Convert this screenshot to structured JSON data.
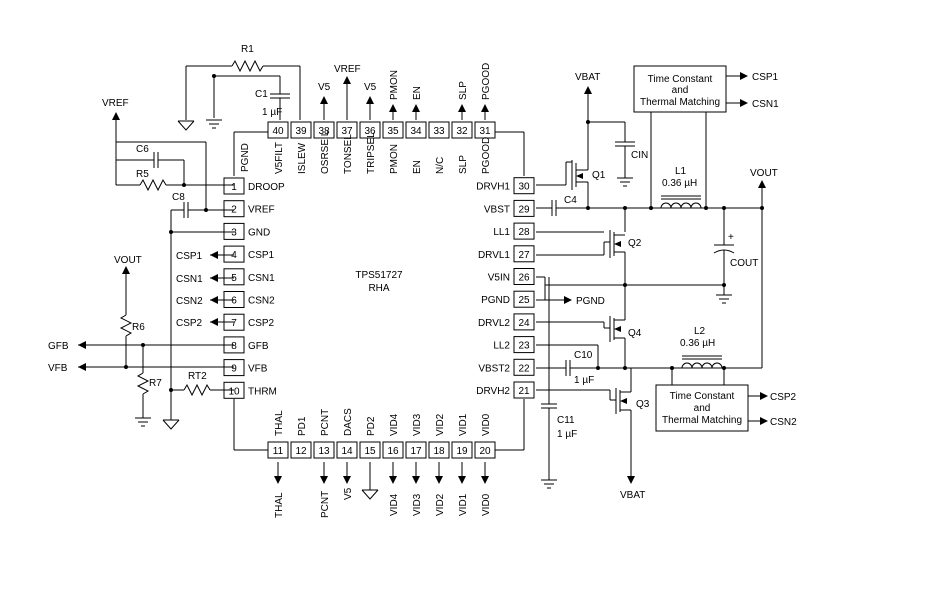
{
  "chip": {
    "name": "TPS51727",
    "package": "RHA"
  },
  "pins": {
    "left": [
      {
        "num": "1",
        "name": "DROOP"
      },
      {
        "num": "2",
        "name": "VREF"
      },
      {
        "num": "3",
        "name": "GND"
      },
      {
        "num": "4",
        "name": "CSP1"
      },
      {
        "num": "5",
        "name": "CSN1"
      },
      {
        "num": "6",
        "name": "CSN2"
      },
      {
        "num": "7",
        "name": "CSP2"
      },
      {
        "num": "8",
        "name": "GFB"
      },
      {
        "num": "9",
        "name": "VFB"
      },
      {
        "num": "10",
        "name": "THRM"
      }
    ],
    "bottom": [
      {
        "num": "11",
        "name": "THAL"
      },
      {
        "num": "12",
        "name": "PD1"
      },
      {
        "num": "13",
        "name": "PCNT"
      },
      {
        "num": "14",
        "name": "DACS"
      },
      {
        "num": "15",
        "name": "PD2"
      },
      {
        "num": "16",
        "name": "VID4"
      },
      {
        "num": "17",
        "name": "VID3"
      },
      {
        "num": "18",
        "name": "VID2"
      },
      {
        "num": "19",
        "name": "VID1"
      },
      {
        "num": "20",
        "name": "VID0"
      }
    ],
    "right": [
      {
        "num": "21",
        "name": "DRVH2"
      },
      {
        "num": "22",
        "name": "VBST2"
      },
      {
        "num": "23",
        "name": "LL2"
      },
      {
        "num": "24",
        "name": "DRVL2"
      },
      {
        "num": "25",
        "name": "PGND"
      },
      {
        "num": "26",
        "name": "V5IN"
      },
      {
        "num": "27",
        "name": "DRVL1"
      },
      {
        "num": "28",
        "name": "LL1"
      },
      {
        "num": "29",
        "name": "VBST"
      },
      {
        "num": "30",
        "name": "DRVH1"
      }
    ],
    "top": [
      {
        "num": "31",
        "name": "PGOOD"
      },
      {
        "num": "32",
        "name": "SLP"
      },
      {
        "num": "33",
        "name": "N/C"
      },
      {
        "num": "34",
        "name": "EN"
      },
      {
        "num": "35",
        "name": "PMON"
      },
      {
        "num": "36",
        "name": "TRIPSEL"
      },
      {
        "num": "37",
        "name": "TONSEL"
      },
      {
        "num": "38",
        "name": "OSRSE L"
      },
      {
        "num": "39",
        "name": "ISLEW"
      },
      {
        "num": "40",
        "name": "V5FILT"
      }
    ],
    "pgnd_corner": "PGND"
  },
  "components": {
    "R1": "R1",
    "C1": "C1",
    "C1_value": "1 µF",
    "C6": "C6",
    "R5": "R5",
    "C8": "C8",
    "R6": "R6",
    "R7": "R7",
    "RT2": "RT2",
    "CIN": "CIN",
    "Q1": "Q1",
    "Q2": "Q2",
    "Q3": "Q3",
    "Q4": "Q4",
    "C4": "C4",
    "L1": "L1",
    "L1_value": "0.36 µH",
    "L2": "L2",
    "L2_value": "0.36 µH",
    "COUT": "COUT",
    "C10": "C10",
    "C10_value": "1 µF",
    "C11": "C11",
    "C11_value": "1 µF"
  },
  "nets": {
    "vref_left": "VREF",
    "vout_left": "VOUT",
    "gfb": "GFB",
    "vfb": "VFB",
    "csp1_in": "CSP1",
    "csn1_in": "CSN1",
    "csn2_in": "CSN2",
    "csp2_in": "CSP2",
    "top_v5_a": "V5",
    "top_vref": "VREF",
    "top_v5_b": "V5",
    "top_pmon": "PMON",
    "top_en": "EN",
    "top_slp": "SLP",
    "top_pgood": "PGOOD",
    "vbat_top": "VBAT",
    "vbat_bottom": "VBAT",
    "vout_right": "VOUT",
    "pgnd_out": "PGND",
    "csp1_out": "CSP1",
    "csn1_out": "CSN1",
    "csp2_out": "CSP2",
    "csn2_out": "CSN2",
    "bot_thal": "THAL",
    "bot_pcnt": "PCNT",
    "bot_v5": "V5",
    "bot_vid4": "VID4",
    "bot_vid3": "VID3",
    "bot_vid2": "VID2",
    "bot_vid1": "VID1",
    "bot_vid0": "VID0"
  },
  "blocks": {
    "tc1_line1": "Time Constant",
    "tc1_line2": "and",
    "tc1_line3": "Thermal Matching",
    "tc2_line1": "Time Constant",
    "tc2_line2": "and",
    "tc2_line3": "Thermal Matching"
  }
}
